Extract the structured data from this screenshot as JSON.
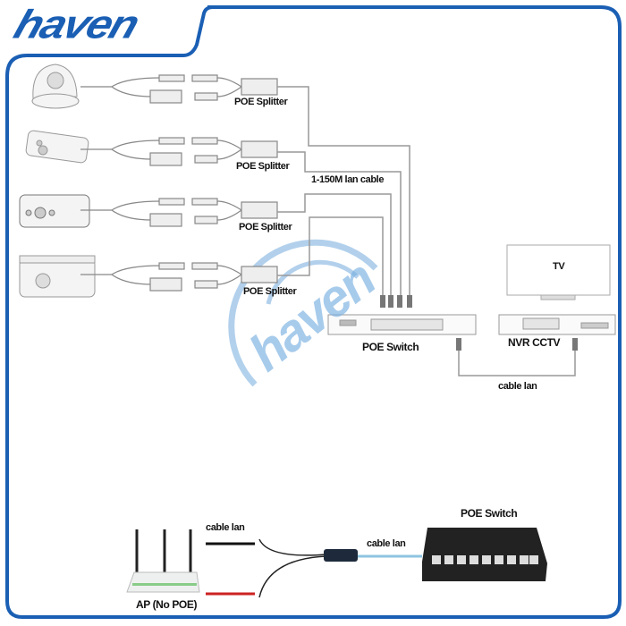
{
  "brand": {
    "logo_text": "haven",
    "watermark_text": "haven",
    "color": "#1a5fb4"
  },
  "top_diagram": {
    "splitter_labels": [
      "POE Splitter",
      "POE Splitter",
      "POE Splitter",
      "POE Splitter"
    ],
    "cable_label": "1-150M lan cable",
    "switch_label": "POE Switch",
    "nvr_label": "NVR CCTV",
    "tv_label": "TV",
    "nvr_cable_label": "cable lan"
  },
  "bottom_diagram": {
    "ap_label": "AP (No POE)",
    "ap_cable_label": "cable lan",
    "switch_cable_label": "cable lan",
    "switch_label": "POE Switch"
  }
}
